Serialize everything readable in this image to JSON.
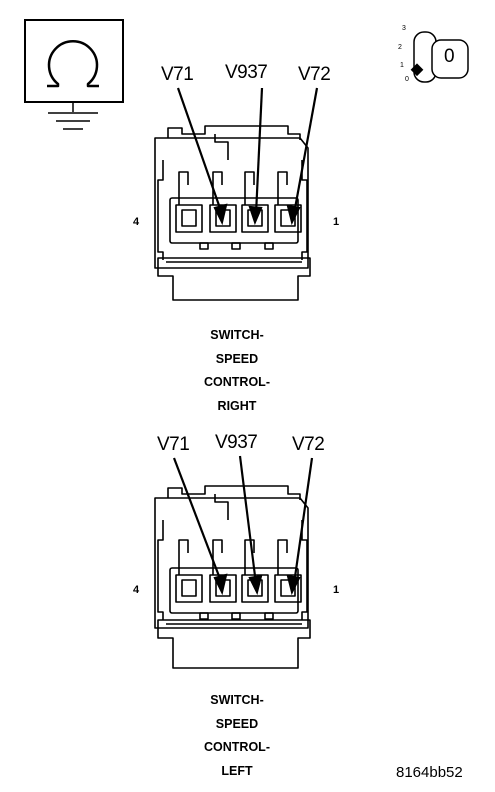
{
  "ohmmeter_icon": "ohmmeter-ground-icon",
  "ignition_key": {
    "icon": "ignition-key-switch-icon",
    "positions": [
      "3",
      "2",
      "1",
      "0"
    ],
    "key_label": "0"
  },
  "connectors": [
    {
      "wires": [
        "V71",
        "V937",
        "V72"
      ],
      "pin_left": "4",
      "pin_right": "1",
      "caption": [
        "SWITCH-",
        "SPEED",
        "CONTROL-",
        "RIGHT"
      ]
    },
    {
      "wires": [
        "V71",
        "V937",
        "V72"
      ],
      "pin_left": "4",
      "pin_right": "1",
      "caption": [
        "SWITCH-",
        "SPEED",
        "CONTROL-",
        "LEFT"
      ]
    }
  ],
  "figure_ref": "8164bb52"
}
